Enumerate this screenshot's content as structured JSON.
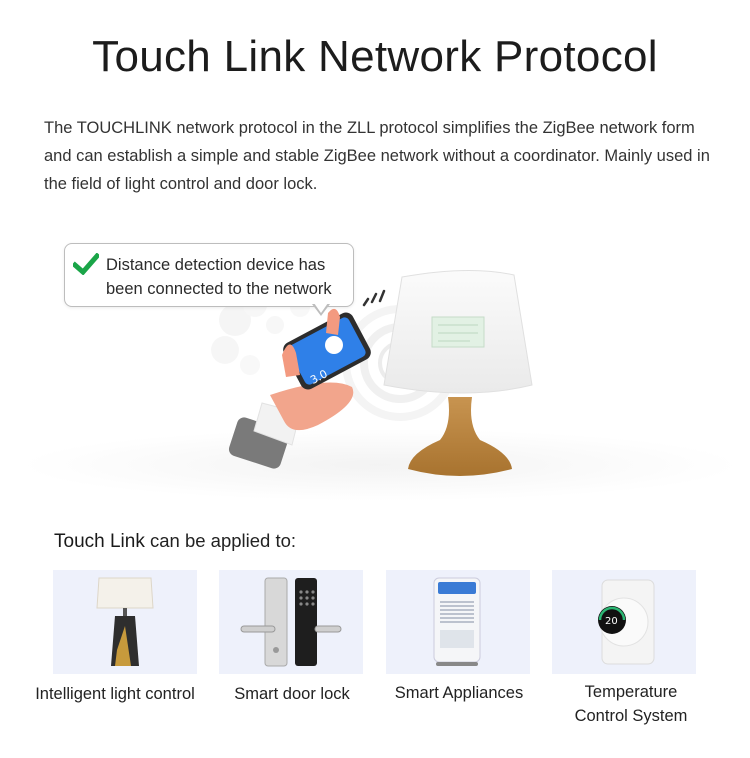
{
  "title": "Touch Link Network Protocol",
  "intro": "The TOUCHLINK network protocol in the ZLL protocol simplifies the ZigBee network form and can establish a simple and stable ZigBee network without a coordinator. Mainly used in the field of light control and door lock.",
  "bubble": {
    "line1": "Distance detection device has",
    "line2": "been connected to the network"
  },
  "phone_badge": "3.0",
  "applied": {
    "brand": "Touch Link",
    "rest": " can be applied to:"
  },
  "applications": [
    {
      "label": "Intelligent light control",
      "icon": "lamp-icon"
    },
    {
      "label": "Smart door lock",
      "icon": "door-lock-icon"
    },
    {
      "label": "Smart Appliances",
      "icon": "air-cooler-icon"
    },
    {
      "label_line1": "Temperature",
      "label_line2": "Control System",
      "icon": "thermostat-icon"
    }
  ],
  "thermostat_reading": "20",
  "colors": {
    "check_green": "#1aa548",
    "card_bg": "#eef1fb",
    "phone_blue": "#2f80e8",
    "lamp_base": "#b8823d"
  }
}
